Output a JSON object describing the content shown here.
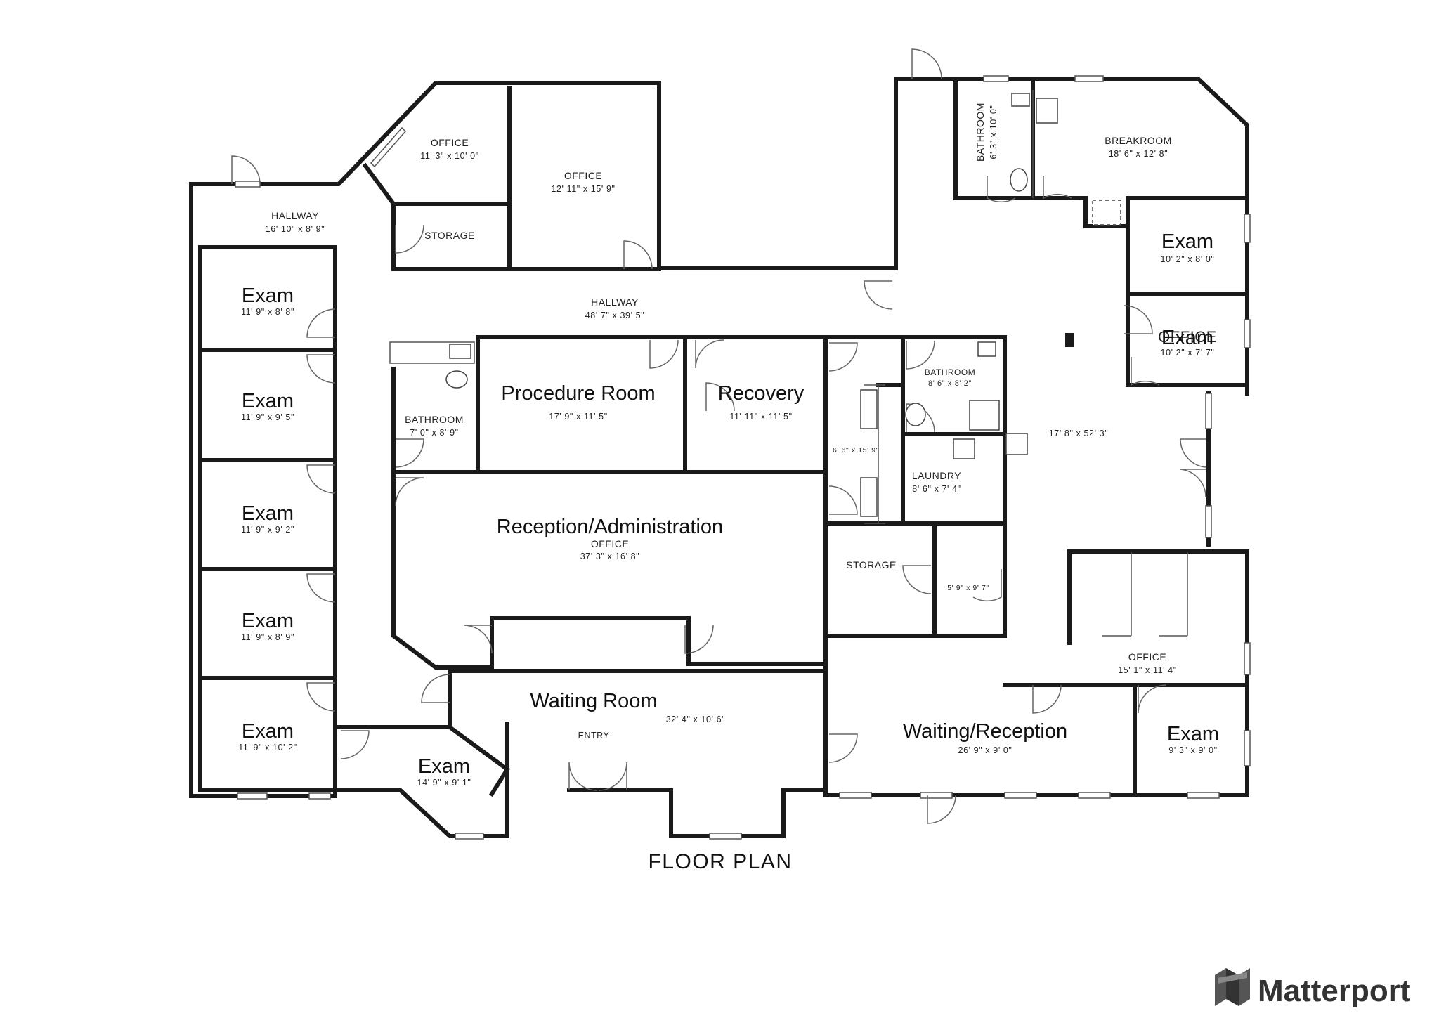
{
  "caption": "FLOOR PLAN",
  "brand": {
    "name": "Matterport",
    "color": "#333333"
  },
  "rooms": {
    "hallway_left": {
      "name": "HALLWAY",
      "dims": "16' 10\" x 8' 9\""
    },
    "office_angled": {
      "name": "OFFICE",
      "dims": "11' 3\" x 10' 0\""
    },
    "office_large": {
      "name": "OFFICE",
      "dims": "12' 11\" x 15' 9\""
    },
    "storage_top": {
      "name": "STORAGE"
    },
    "hallway_main": {
      "name": "HALLWAY",
      "dims": "48' 7\" x 39' 5\""
    },
    "exam_l1": {
      "name": "Exam",
      "dims": "11' 9\" x 8' 8\""
    },
    "exam_l2": {
      "name": "Exam",
      "dims": "11' 9\" x 9' 5\""
    },
    "exam_l3": {
      "name": "Exam",
      "dims": "11' 9\" x 9' 2\""
    },
    "exam_l4": {
      "name": "Exam",
      "dims": "11' 9\" x 8' 9\""
    },
    "exam_l5": {
      "name": "Exam",
      "dims": "11' 9\" x 10' 2\""
    },
    "bathroom_left": {
      "name": "BATHROOM",
      "dims": "7' 0\" x 8' 9\""
    },
    "procedure": {
      "name": "Procedure Room",
      "dims": "17' 9\" x 11' 5\""
    },
    "recovery": {
      "name": "Recovery",
      "dims": "11' 11\" x 11' 5\""
    },
    "closet_mid": {
      "dims": "6' 6\" x 15' 9\""
    },
    "bathroom_mid": {
      "name": "BATHROOM",
      "dims": "8' 6\" x 8' 2\""
    },
    "laundry": {
      "name": "LAUNDRY",
      "dims": "8' 6\" x 7' 4\""
    },
    "reception_admin": {
      "name": "Reception/Administration",
      "sub": "OFFICE",
      "dims": "37' 3\" x 16' 8\""
    },
    "storage_mid": {
      "name": "STORAGE"
    },
    "closet_small": {
      "dims": "5' 9\" x 9' 7\""
    },
    "waiting_room": {
      "name": "Waiting Room",
      "entry": "ENTRY",
      "dims": "32' 4\" x 10' 6\""
    },
    "exam_bottom": {
      "name": "Exam",
      "dims": "14' 9\" x 9' 1\""
    },
    "bathroom_top": {
      "name": "BATHROOM",
      "dims": "6' 3\" x 10' 0\""
    },
    "breakroom": {
      "name": "BREAKROOM",
      "dims": "18' 6\" x 12' 8\""
    },
    "exam_r1": {
      "name": "Exam",
      "dims": "10' 2\" x 8' 0\""
    },
    "exam_r2": {
      "name": "Exam",
      "name_overlap": "OFFICE",
      "dims": "10' 2\" x 7' 7\""
    },
    "corridor_right": {
      "dims": "17' 8\" x 52' 3\""
    },
    "office_right": {
      "name": "OFFICE",
      "dims": "15' 1\" x 11' 4\""
    },
    "waiting_reception": {
      "name": "Waiting/Reception",
      "dims": "26' 9\" x 9' 0\""
    },
    "exam_r3": {
      "name": "Exam",
      "dims": "9' 3\" x 9' 0\""
    }
  }
}
